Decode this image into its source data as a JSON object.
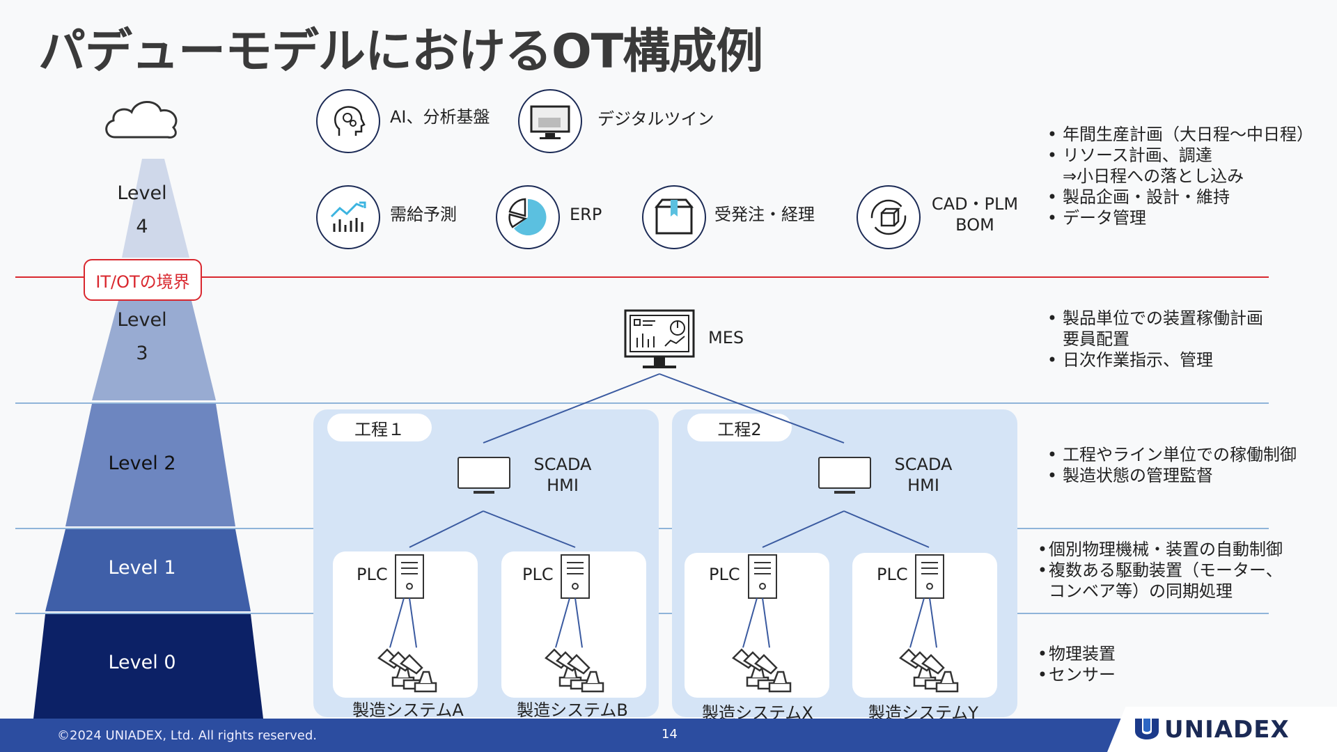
{
  "title": "パデューモデルにおけるOT構成例",
  "pyramid": {
    "level4": [
      "Level",
      "4"
    ],
    "level3": [
      "Level",
      "3"
    ],
    "level2": "Level 2",
    "level1": "Level 1",
    "level0": "Level 0",
    "boundary": "IT/OTの境界"
  },
  "level4_items": {
    "ai": "AI、分析基盤",
    "twin": "デジタルツイン",
    "demand": "需給予測",
    "erp": "ERP",
    "order": "受発注・経理",
    "cad1": "CAD・PLM",
    "cad2": "BOM"
  },
  "level4_bullets": [
    "年間生産計画（大日程〜中日程）",
    "リソース計画、調達",
    "⇒小日程への落とし込み",
    "製品企画・設計・維持",
    "データ管理"
  ],
  "level3": {
    "mes": "MES"
  },
  "level3_bullets": [
    "製品単位での装置稼働計画",
    "要員配置",
    "日次作業指示、管理"
  ],
  "level2_bullets": [
    "工程やライン単位での稼働制御",
    "製造状態の管理監督"
  ],
  "level1_bullets": [
    "個別物理機械・装置の自動制御",
    "複数ある駆動装置（モーター、",
    "コンベア等）の同期処理"
  ],
  "level0_bullets": [
    "物理装置",
    "センサー"
  ],
  "processes": {
    "p1": "工程１",
    "p2": "工程2",
    "scada1": "SCADA",
    "scada2": "HMI",
    "plc": "PLC",
    "sysA": "製造システムA",
    "sysB": "製造システムB",
    "sysX": "製造システムX",
    "sysY": "製造システムY"
  },
  "footer": {
    "copyright": "©2024 UNIADEX, Ltd. All rights reserved.",
    "page": "14",
    "logo": "UNIADEX"
  }
}
